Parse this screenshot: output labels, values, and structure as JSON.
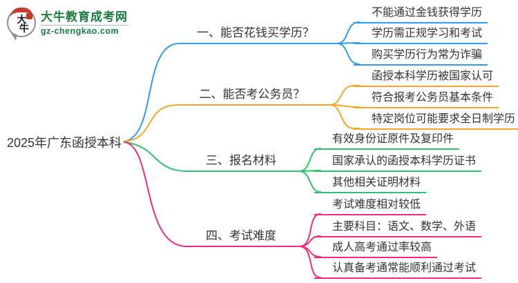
{
  "site": {
    "logo_icon_text": "大牛",
    "name": "大牛教育成考网",
    "domain": "gz-chengkao.com"
  },
  "colors": {
    "branch1": "#2E9BF3",
    "branch2": "#F6A623",
    "bran3_note": "",
    "branch3": "#2FC26B",
    "branch4": "#F02A7C",
    "logo_green": "#1B7C3F",
    "text": "#333333"
  },
  "mindmap": {
    "root": "2025年广东函授本科",
    "branches": [
      {
        "label": "一、能否花钱买学历？",
        "items": [
          "不能通过金钱获得学历",
          "学历需正规学习和考试",
          "购买学历行为常为诈骗"
        ]
      },
      {
        "label": "二、能否考公务员？",
        "items": [
          "函授本科学历被国家认可",
          "符合报考公务员基本条件",
          "特定岗位可能要求全日制学历"
        ]
      },
      {
        "label": "三、报名材料",
        "items": [
          "有效身份证原件及复印件",
          "国家承认的函授本科学历证书",
          "其他相关证明材料"
        ]
      },
      {
        "label": "四、考试难度",
        "items": [
          "考试难度相对较低",
          "主要科目：语文、数学、外语",
          "成人高考通过率较高",
          "认真备考通常能顺利通过考试"
        ]
      }
    ]
  }
}
